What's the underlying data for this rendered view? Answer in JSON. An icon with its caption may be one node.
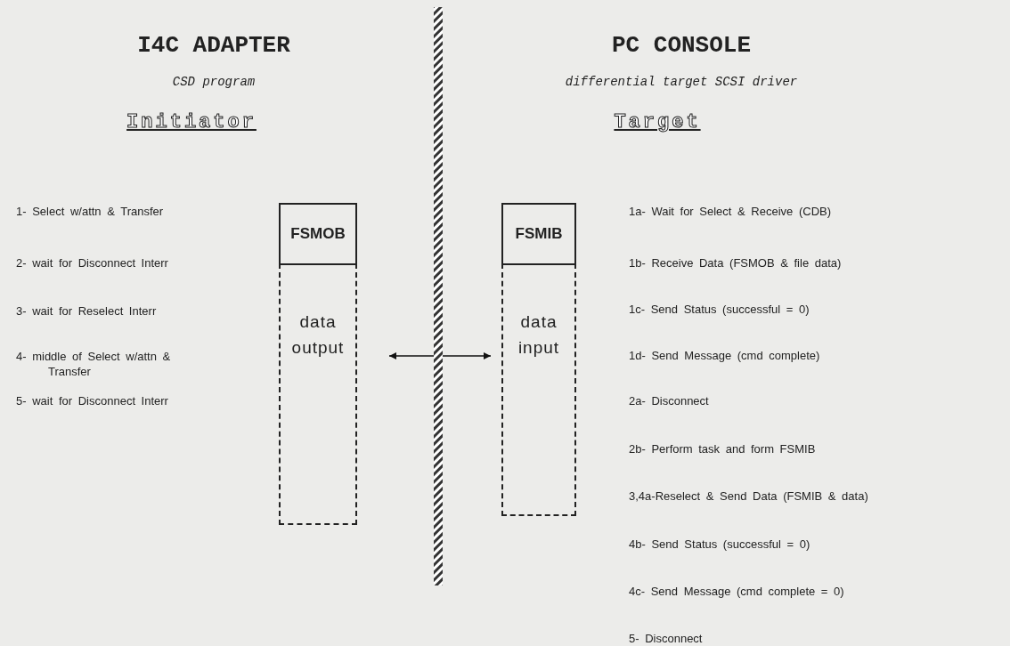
{
  "diagram": {
    "nodes": [
      {
        "text": [
          "FSMOB"
        ]
      },
      {
        "text": [
          "data output"
        ]
      },
      {
        "text": [
          "FSMIB"
        ]
      },
      {
        "text": [
          "data input"
        ]
      }
    ],
    "edges": [
      {
        "from": 1,
        "to": 3,
        "arrow": "both"
      }
    ],
    "labels": [
      "I4C ADAPTER",
      "CSD program",
      "Initiator",
      "1- Select w/attn & Transfer",
      "2- wait for Disconnect Interr",
      "3- wait for Reselect Interr",
      "4- middle of Select w/attn & Transfer",
      "5- wait for Disconnect Interr",
      "PC CONSOLE",
      "differential target SCSI driver",
      "Target",
      "1a- Wait for Select & Receive (CDB)",
      "1b- Receive Data (FSMOB & file data)",
      "1c- Send Status (successful = 0)",
      "1d- Send Message (cmd complete)",
      "2a- Disconnect",
      "2b- Perform task and form FSMIB",
      "3,4a-Reselect & Send Data (FSMIB & data)",
      "4b- Send Status (successful = 0)",
      "4c- Send Message (cmd complete = 0)",
      "5- Disconnect"
    ]
  }
}
